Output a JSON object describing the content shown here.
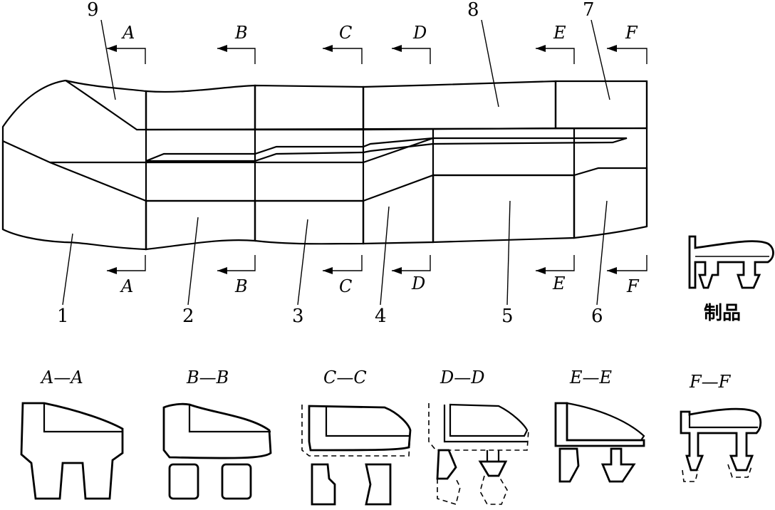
{
  "parts": {
    "p1": "1",
    "p2": "2",
    "p3": "3",
    "p4": "4",
    "p5": "5",
    "p6": "6",
    "p7": "7",
    "p8": "8",
    "p9": "9"
  },
  "section_markers": {
    "A": "A",
    "B": "B",
    "C": "C",
    "D": "D",
    "E": "E",
    "F": "F"
  },
  "section_views": {
    "aa": "A—A",
    "bb": "B—B",
    "cc": "C—C",
    "dd": "D—D",
    "ee": "E—E",
    "ff": "F—F"
  },
  "product_label": "制品"
}
